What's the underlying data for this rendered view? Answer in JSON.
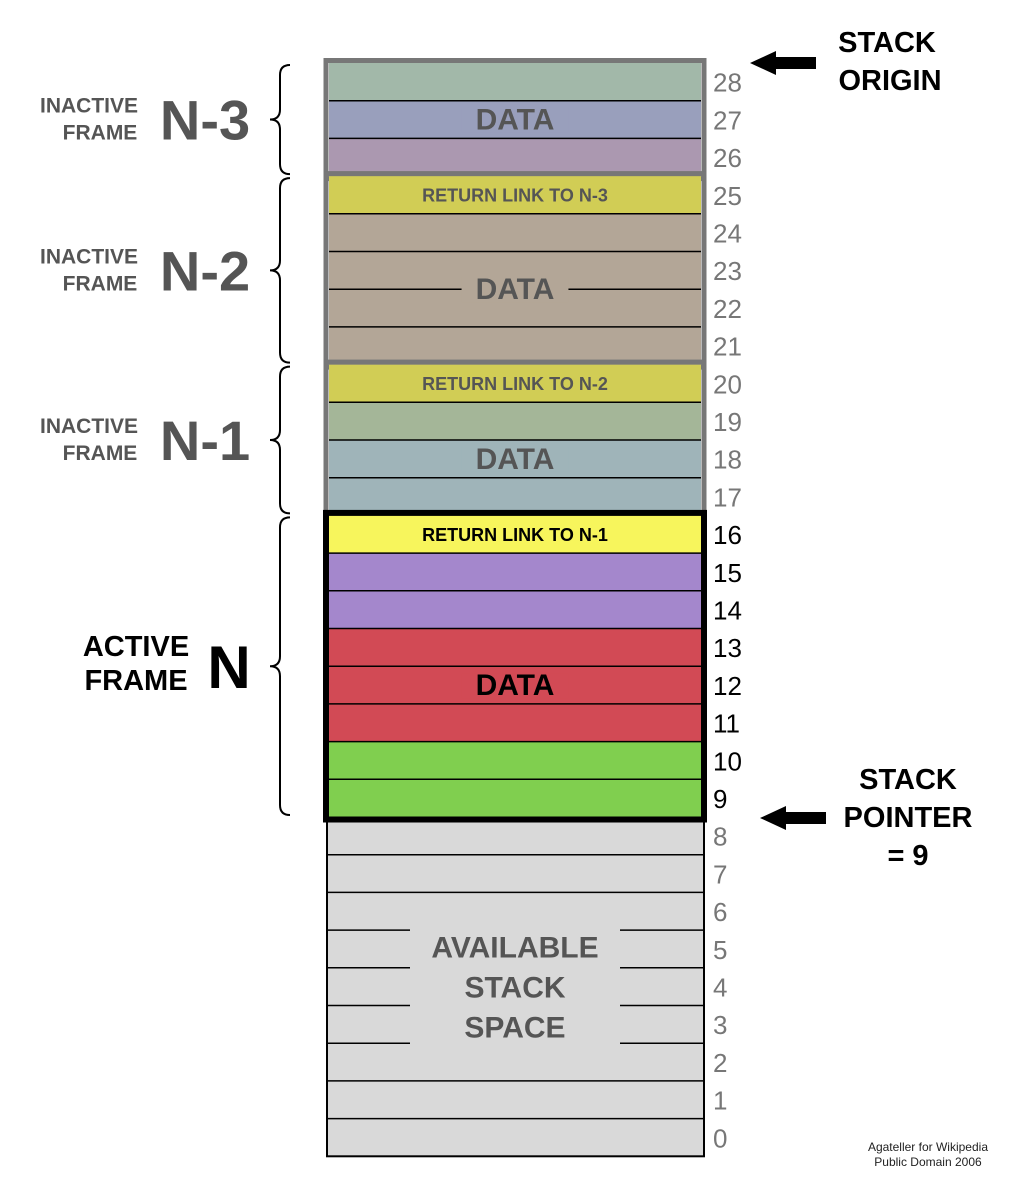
{
  "slot_numbers": [
    "0",
    "1",
    "2",
    "3",
    "4",
    "5",
    "6",
    "7",
    "8",
    "9",
    "10",
    "11",
    "12",
    "13",
    "14",
    "15",
    "16",
    "17",
    "18",
    "19",
    "20",
    "21",
    "22",
    "23",
    "24",
    "25",
    "26",
    "27",
    "28"
  ],
  "frames": [
    {
      "id": "n-3",
      "kind_line1": "INACTIVE",
      "kind_line2": "FRAME",
      "name": "N-3",
      "active": false,
      "top_slot": 28,
      "bottom_slot": 26,
      "return_link": null,
      "data_label": "DATA",
      "slots": [
        {
          "slot": 28,
          "color": "#a2b8a9"
        },
        {
          "slot": 27,
          "color": "#999fbc"
        },
        {
          "slot": 26,
          "color": "#ab98b0"
        }
      ]
    },
    {
      "id": "n-2",
      "kind_line1": "INACTIVE",
      "kind_line2": "FRAME",
      "name": "N-2",
      "active": false,
      "top_slot": 25,
      "bottom_slot": 21,
      "return_link": {
        "slot": 25,
        "label": "RETURN LINK TO N-3",
        "color": "#d1cd55"
      },
      "data_label": "DATA",
      "slots": [
        {
          "slot": 24,
          "color": "#b3a697"
        },
        {
          "slot": 23,
          "color": "#b3a697"
        },
        {
          "slot": 22,
          "color": "#b3a697"
        },
        {
          "slot": 21,
          "color": "#b3a697"
        }
      ]
    },
    {
      "id": "n-1",
      "kind_line1": "INACTIVE",
      "kind_line2": "FRAME",
      "name": "N-1",
      "active": false,
      "top_slot": 20,
      "bottom_slot": 17,
      "return_link": {
        "slot": 20,
        "label": "RETURN LINK TO N-2",
        "color": "#d1cd55"
      },
      "data_label": "DATA",
      "slots": [
        {
          "slot": 19,
          "color": "#a4b698"
        },
        {
          "slot": 18,
          "color": "#9fb4b9"
        },
        {
          "slot": 17,
          "color": "#9fb4b9"
        }
      ]
    },
    {
      "id": "n",
      "kind_line1": "ACTIVE",
      "kind_line2": "FRAME",
      "name": "N",
      "active": true,
      "top_slot": 16,
      "bottom_slot": 9,
      "return_link": {
        "slot": 16,
        "label": "RETURN LINK TO N-1",
        "color": "#f7f55c"
      },
      "data_label": "DATA",
      "slots": [
        {
          "slot": 15,
          "color": "#a487cc"
        },
        {
          "slot": 14,
          "color": "#a487cc"
        },
        {
          "slot": 13,
          "color": "#d24a55"
        },
        {
          "slot": 12,
          "color": "#d24a55"
        },
        {
          "slot": 11,
          "color": "#d24a55"
        },
        {
          "slot": 10,
          "color": "#80cf4f"
        },
        {
          "slot": 9,
          "color": "#80cf4f"
        }
      ]
    }
  ],
  "available": {
    "top_slot": 8,
    "bottom_slot": 0,
    "color": "#d9d9d9",
    "label_lines": [
      "AVAILABLE",
      "STACK",
      "SPACE"
    ]
  },
  "stack_origin": {
    "line1": "STACK",
    "line2": "ORIGIN",
    "slot": 28
  },
  "stack_pointer": {
    "line1": "STACK",
    "line2": "POINTER",
    "line3": "= 9",
    "value": 9
  },
  "credit": {
    "line1": "Agateller for Wikipedia",
    "line2": "Public Domain 2006"
  },
  "colors": {
    "inactive_border": "#777777",
    "active_border": "#000000",
    "inactive_text": "#555555",
    "active_text": "#000000",
    "inactive_number": "#777777",
    "active_number": "#000000"
  }
}
